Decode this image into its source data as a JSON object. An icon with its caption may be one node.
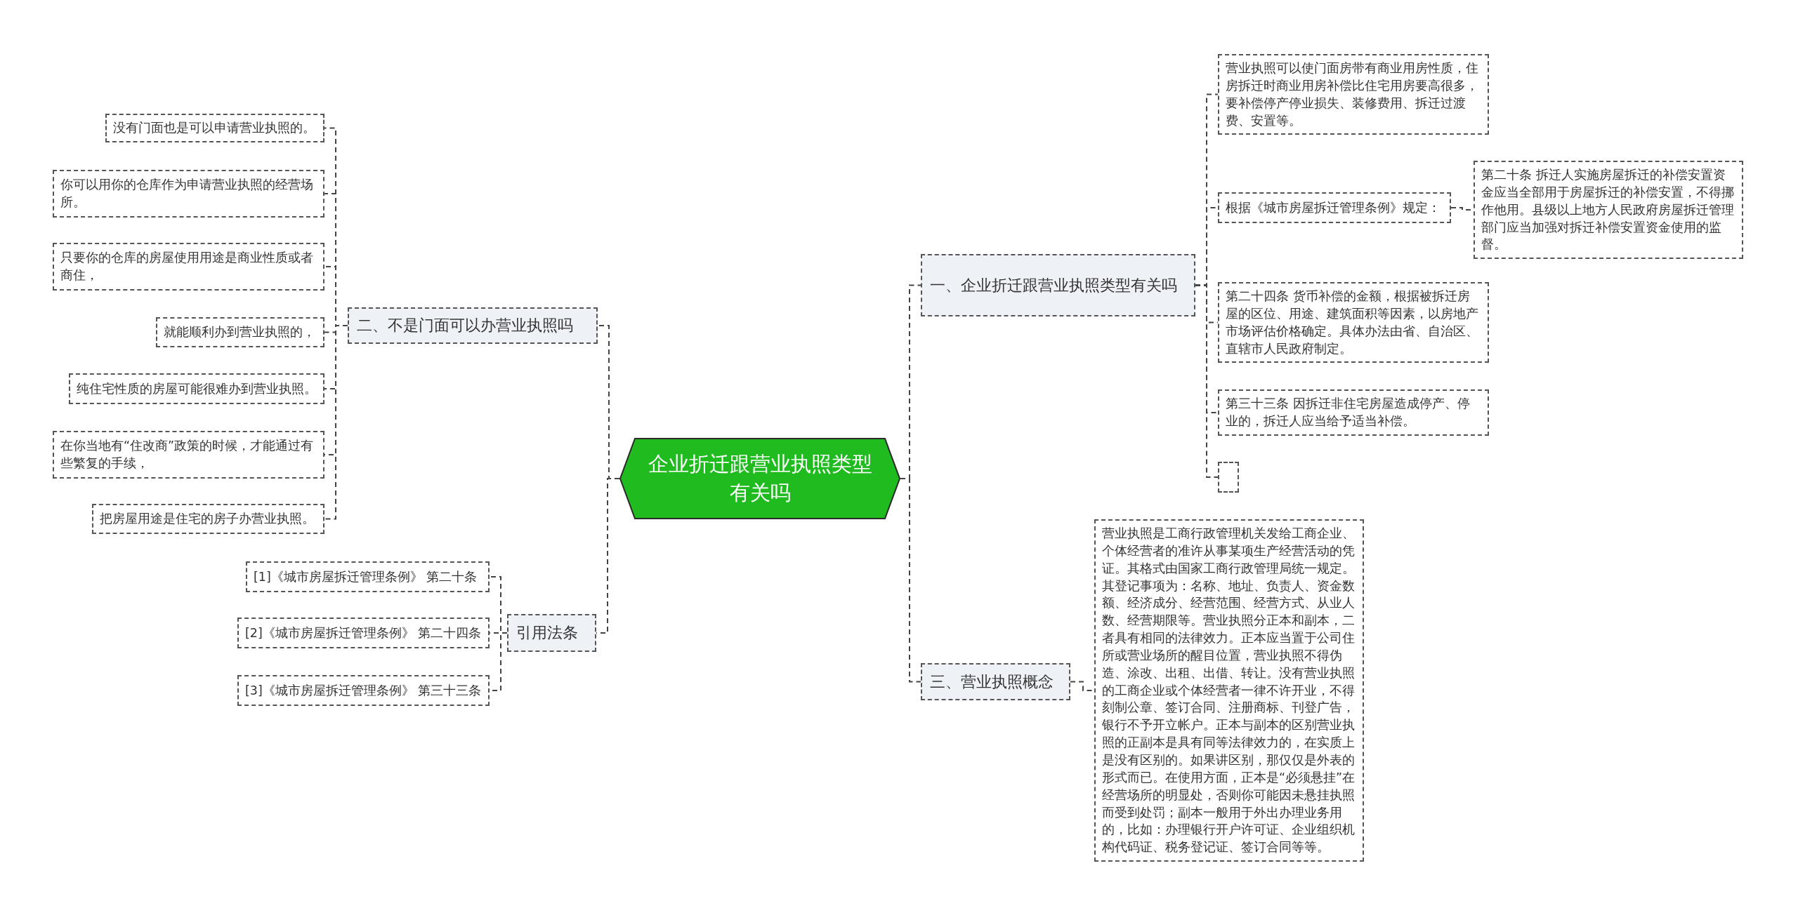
{
  "diagram": {
    "nodes": [
      {
        "text": [
          "企业折迁跟营业执照类型有关吗"
        ]
      },
      {
        "text": [
          "一、企业折迁跟营业执照类型有关吗"
        ]
      },
      {
        "text": [
          "营业执照可以使门面房带有商业用房性质，住房拆迁时商业用房补偿比住宅用房要高很多，要补偿停产停业损失、装修费用、拆迁过渡费、安置等。"
        ]
      },
      {
        "text": [
          "根据《城市房屋拆迁管理条例》规定："
        ]
      },
      {
        "text": [
          "第二十条 拆迁人实施房屋拆迁的补偿安置资金应当全部用于房屋拆迁的补偿安置，不得挪作他用。县级以上地方人民政府房屋拆迁管理部门应当加强对拆迁补偿安置资金使用的监督。"
        ]
      },
      {
        "text": [
          "第二十四条 货币补偿的金额，根据被拆迁房屋的区位、用途、建筑面积等因素，以房地产市场评估价格确定。具体办法由省、自治区、直辖市人民政府制定。"
        ]
      },
      {
        "text": [
          "第三十三条 因拆迁非住宅房屋造成停产、停业的，拆迁人应当给予适当补偿。"
        ]
      },
      {
        "text": [],
        "shape": "box"
      },
      {
        "text": [
          "三、营业执照概念"
        ]
      },
      {
        "text": [
          "营业执照是工商行政管理机关发给工商企业、个体经营者的准许从事某项生产经营活动的凭证。其格式由国家工商行政管理局统一规定。其登记事项为：名称、地址、负责人、资金数额、经济成分、经营范围、经营方式、从业人数、经营期限等。营业执照分正本和副本，二者具有相同的法律效力。正本应当置于公司住所或营业场所的醒目位置，营业执照不得伪造、涂改、出租、出借、转让。没有营业执照的工商企业或个体经营者一律不许开业，不得刻制公章、签订合同、注册商标、刊登广告，银行不予开立帐户。正本与副本的区别营业执照的正副本是具有同等法律效力的，在实质上是没有区别的。如果讲区别，那仅仅是外表的形式而已。在使用方面，正本是“必须悬挂”在经营场所的明显处，否则你可能因未悬挂执照而受到处罚；副本一般用于外出办理业务用的，比如：办理银行开户许可证、企业组织机构代码证、税务登记证、签订合同等等。"
        ]
      },
      {
        "text": [
          "二、不是门面可以办营业执照吗"
        ]
      },
      {
        "text": [
          "没有门面也是可以申请营业执照的。"
        ]
      },
      {
        "text": [
          "你可以用你的仓库作为申请营业执照的经营场所。"
        ]
      },
      {
        "text": [
          "只要你的仓库的房屋使用用途是商业性质或者商住，"
        ]
      },
      {
        "text": [
          "就能顺利办到营业执照的，"
        ]
      },
      {
        "text": [
          "纯住宅性质的房屋可能很难办到营业执照。"
        ]
      },
      {
        "text": [
          "在你当地有“住改商”政策的时候，才能通过有些繁复的手续，"
        ]
      },
      {
        "text": [
          "把房屋用途是住宅的房子办营业执照。"
        ]
      },
      {
        "text": [
          "引用法条"
        ]
      },
      {
        "text": [
          "[1]《城市房屋拆迁管理条例》 第二十条"
        ]
      },
      {
        "text": [
          "[2]《城市房屋拆迁管理条例》 第二十四条"
        ]
      },
      {
        "text": [
          "[3]《城市房屋拆迁管理条例》 第三十三条"
        ]
      }
    ],
    "edges": [
      {
        "from": 0,
        "to": 1,
        "arrow": "none"
      },
      {
        "from": 1,
        "to": 2,
        "arrow": "none"
      },
      {
        "from": 1,
        "to": 3,
        "arrow": "none"
      },
      {
        "from": 3,
        "to": 4,
        "arrow": "none"
      },
      {
        "from": 1,
        "to": 5,
        "arrow": "none"
      },
      {
        "from": 1,
        "to": 6,
        "arrow": "none"
      },
      {
        "from": 1,
        "to": 7,
        "arrow": "none"
      },
      {
        "from": 0,
        "to": 8,
        "arrow": "none"
      },
      {
        "from": 8,
        "to": 9,
        "arrow": "none"
      },
      {
        "from": 0,
        "to": 10,
        "arrow": "none"
      },
      {
        "from": 10,
        "to": 11,
        "arrow": "none"
      },
      {
        "from": 10,
        "to": 12,
        "arrow": "none"
      },
      {
        "from": 10,
        "to": 13,
        "arrow": "none"
      },
      {
        "from": 10,
        "to": 14,
        "arrow": "none"
      },
      {
        "from": 10,
        "to": 15,
        "arrow": "none"
      },
      {
        "from": 10,
        "to": 16,
        "arrow": "none"
      },
      {
        "from": 10,
        "to": 17,
        "arrow": "none"
      },
      {
        "from": 0,
        "to": 18,
        "arrow": "none"
      },
      {
        "from": 18,
        "to": 19,
        "arrow": "none"
      },
      {
        "from": 18,
        "to": 20,
        "arrow": "none"
      },
      {
        "from": 18,
        "to": 21,
        "arrow": "none"
      }
    ]
  }
}
